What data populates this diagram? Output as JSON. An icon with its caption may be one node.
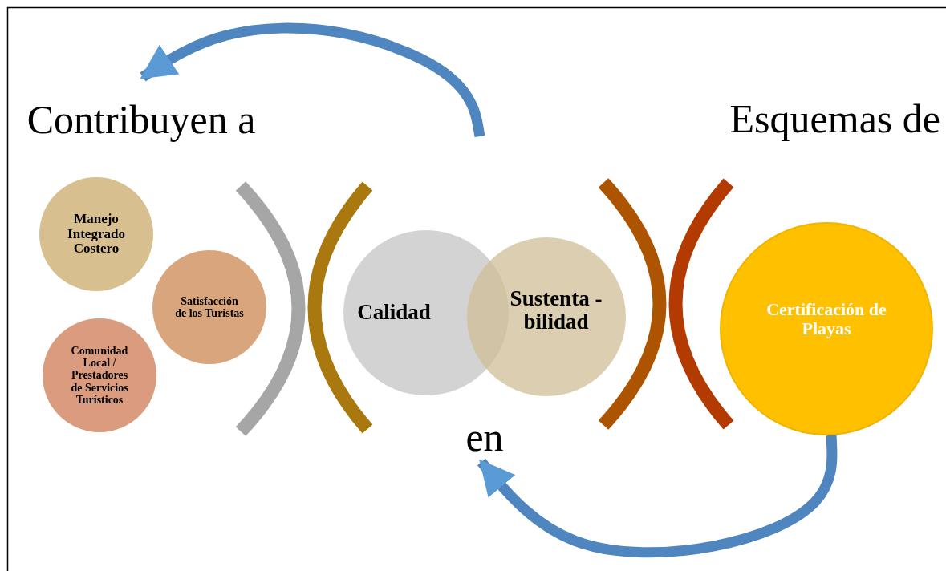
{
  "diagram": {
    "nodes": [
      {
        "text": [
          "Contribuyen a"
        ]
      },
      {
        "text": [
          "Manejo Integrado Costero"
        ]
      },
      {
        "text": [
          "Satisfacción de los Turistas"
        ]
      },
      {
        "text": [
          "Comunidad Local / Prestadores de Servicios Turísticos"
        ]
      },
      {
        "text": [
          "Calidad"
        ]
      },
      {
        "text": [
          "Sustenta -bilidad"
        ]
      },
      {
        "text": [
          "Certificación de Playas"
        ]
      },
      {
        "text": [
          "en"
        ]
      }
    ],
    "edges": [
      {
        "from": null,
        "to": 0,
        "arrow": "to"
      },
      {
        "from": 6,
        "to": 7,
        "arrow": "to"
      }
    ],
    "labels": [
      "Esquemas de"
    ]
  }
}
